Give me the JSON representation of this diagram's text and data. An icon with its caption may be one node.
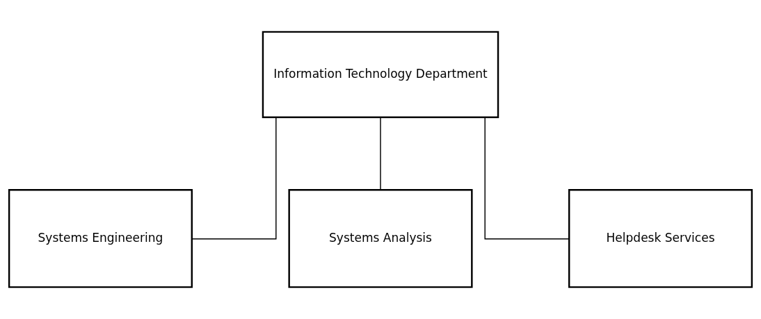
{
  "diagram": {
    "nodes": [
      {
        "text": [
          "Information Technology Department"
        ]
      },
      {
        "text": [
          "Systems Engineering"
        ]
      },
      {
        "text": [
          "Systems Analysis"
        ]
      },
      {
        "text": [
          "Helpdesk Services"
        ]
      }
    ],
    "edges": [
      {
        "from": 0,
        "to": 1,
        "arrow": "none"
      },
      {
        "from": 0,
        "to": 2,
        "arrow": "none"
      },
      {
        "from": 0,
        "to": 3,
        "arrow": "none"
      }
    ]
  }
}
